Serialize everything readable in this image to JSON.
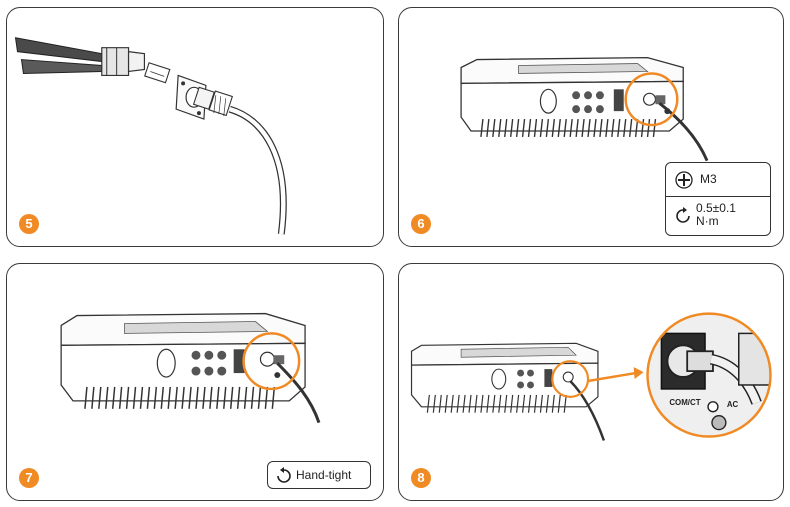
{
  "steps": [
    {
      "number": "5"
    },
    {
      "number": "6",
      "screw": "M3",
      "torque_value": "0.5±0.1",
      "torque_unit": "N·m"
    },
    {
      "number": "7",
      "tighten_note": "Hand-tight"
    },
    {
      "number": "8",
      "callout_labels": [
        "COM/CT",
        "AC"
      ]
    }
  ],
  "colors": {
    "accent": "#f08a24",
    "line": "#333333"
  },
  "icons": [
    "phillips-screwdriver-icon",
    "rotate-ccw-icon",
    "rotate-cw-icon"
  ]
}
